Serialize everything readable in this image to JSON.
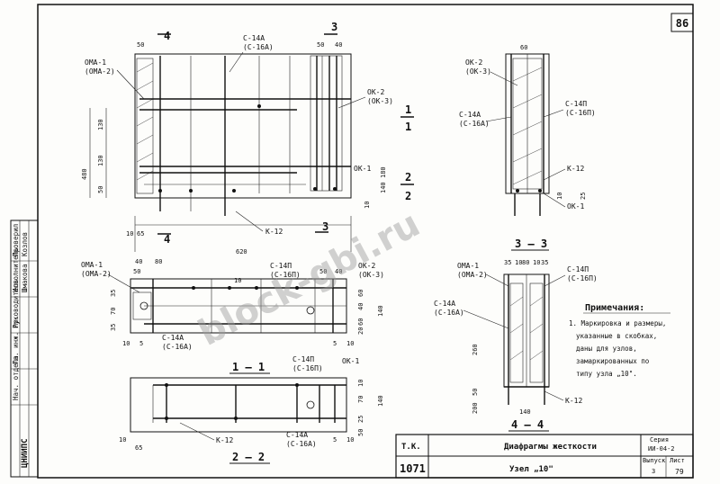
{
  "sheet": {
    "page_number": "86",
    "watermark": "block-gbi.ru"
  },
  "views": {
    "front": {
      "section_marks": [
        "4",
        "3",
        "1",
        "1",
        "2",
        "2",
        "4",
        "3"
      ],
      "labels": {
        "oma1": "ОМА-1",
        "oma2": "(ОМА-2)",
        "c14a": "С-14А",
        "c16a": "(С-16А)",
        "ok2": "ОК-2",
        "ok3": "(ОК-3)",
        "ok1": "ОК-1",
        "k12": "К-12"
      },
      "dims": {
        "top_50": "50",
        "top_50b": "50",
        "top_40": "40",
        "left_130a": "130",
        "left_130b": "130",
        "left_480": "480",
        "left_50": "50",
        "right_180": "180",
        "right_140": "140",
        "right_10": "10",
        "bot_65": "65",
        "bot_10": "10",
        "bot_620": "620"
      }
    },
    "side": {
      "labels": {
        "ok2": "ОК-2",
        "ok3": "(ОК-3)",
        "c14a": "С-14А",
        "c16a": "(С-16А)",
        "c14p": "С-14П",
        "c16p": "(С-16П)",
        "k12": "К-12",
        "ok1": "ОК-1"
      },
      "dims": {
        "top_60": "60",
        "r_10": "10",
        "r_25": "25"
      }
    },
    "plan": {
      "labels": {
        "oma1": "ОМА-1",
        "oma2": "(ОМА-2)",
        "c14p": "С-14П",
        "c16p": "(С-16П)",
        "ok2": "ОК-2",
        "ok3": "(ОК-3)",
        "c14a": "С-14А",
        "c16a": "(С-16А)"
      },
      "dims": {
        "t40": "40",
        "t80": "80",
        "t50": "50",
        "t10": "10",
        "t50b": "50",
        "t40b": "40",
        "l35": "35",
        "l70": "70",
        "l35b": "35",
        "b10": "10",
        "b5": "5",
        "r60": "60",
        "r40": "40",
        "r60b": "60",
        "r140": "140",
        "r20": "20",
        "b5b": "5",
        "b10b": "10"
      }
    },
    "section_11": {
      "title": "1 — 1",
      "labels": {
        "c14p": "С-14П",
        "c16p": "(С-16П)",
        "ok1": "ОК-1",
        "k12": "К-12",
        "c14a": "С-14А",
        "c16a": "(С-16А)"
      },
      "dims": {
        "r10": "10",
        "r70": "70",
        "r140": "140",
        "r25": "25",
        "r50": "50",
        "b10": "10",
        "b65": "65",
        "b5": "5",
        "b10b": "10"
      }
    },
    "section_22": {
      "title": "2 — 2"
    },
    "section_33": {
      "title": "3 — 3",
      "labels": {
        "oma1": "ОМА-1",
        "oma2": "(ОМА-2)",
        "c14p": "С-14П",
        "c16p": "(С-16П)",
        "c14a": "С-14А",
        "c16a": "(С-16А)",
        "k12": "К-12"
      },
      "dims": {
        "t35": "35",
        "t10": "10",
        "t80": "80",
        "t10b": "10",
        "t35b": "35",
        "l260": "260",
        "l50": "50",
        "l200": "200",
        "b140": "140"
      }
    },
    "section_44": {
      "title": "4 — 4"
    }
  },
  "notes": {
    "heading": "Примечания:",
    "lines": [
      "1. Маркировка и размеры,",
      "указанные в скобках,",
      "даны для узлов,",
      "замаркированных по",
      "типу узла „10\"."
    ]
  },
  "title_block": {
    "code": "Т.К.",
    "sheet_no": "1071",
    "title": "Диафрагмы жесткости",
    "subtitle": "Узел „10\"",
    "series_label": "Серия",
    "series": "ИИ-04-2",
    "issue_label": "Выпуск",
    "issue": "3",
    "sheet_label": "Лист",
    "sheet": "79"
  },
  "side_stamp": {
    "company": "ЦНИИПС",
    "rows": [
      {
        "role": "Нач. отдела",
        "name": ""
      },
      {
        "role": "Гл. инж. пр.",
        "name": ""
      },
      {
        "role": "Руководитель",
        "name": ""
      },
      {
        "role": "Исполнитель",
        "name": "Шмакова"
      },
      {
        "role": "Проверил",
        "name": "Козлов"
      }
    ]
  }
}
